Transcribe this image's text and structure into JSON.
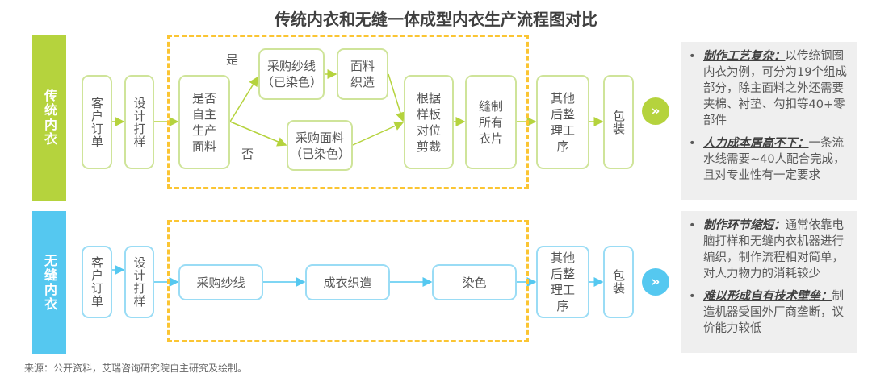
{
  "title": "传统内衣和无缝一体成型内衣生产流程图对比",
  "colors": {
    "traditional": "#b5d33d",
    "seamless": "#55c8f0",
    "dashed": "#fbc533",
    "note_bg": "#efefef"
  },
  "traditional": {
    "label": "传统内衣",
    "steps": {
      "order": "客户订单",
      "design": "设计打样",
      "decision": "是否自主生产面料",
      "yarn": "采购纱线（已染色）",
      "weave": "面料织造",
      "fabric": "采购面料（已染色）",
      "cut": "根据样板对位剪裁",
      "sew": "缝制所有衣片",
      "finish": "其他后整理工序",
      "pack": "包装"
    },
    "yes": "是",
    "no": "否",
    "notes": [
      {
        "heading": "制作工艺复杂：",
        "text": "以传统钢圈内衣为例，可分为19个组成部分，除主面料之外还需要夹棉、衬垫、勾扣等40+零部件"
      },
      {
        "heading": "人力成本居高不下：",
        "text": "一条流水线需要~40人配合完成，且对专业性有一定要求"
      }
    ]
  },
  "seamless": {
    "label": "无缝内衣",
    "steps": {
      "order": "客户订单",
      "design": "设计打样",
      "yarn": "采购纱线",
      "weave": "成衣织造",
      "dye": "染色",
      "finish": "其他后整理工序",
      "pack": "包装"
    },
    "notes": [
      {
        "heading": "制作环节缩短：",
        "text": "通常依靠电脑打样和无缝内衣机器进行编织，制作流程相对简单，对人力物力的消耗较少"
      },
      {
        "heading": "难以形成自有技术壁垒：",
        "text": "制造机器受国外厂商垄断，议价能力较低"
      }
    ]
  },
  "source": "来源：公开资料，艾瑞咨询研究院自主研究及绘制。",
  "icons": {
    "next": "double-chevron-right-icon"
  }
}
